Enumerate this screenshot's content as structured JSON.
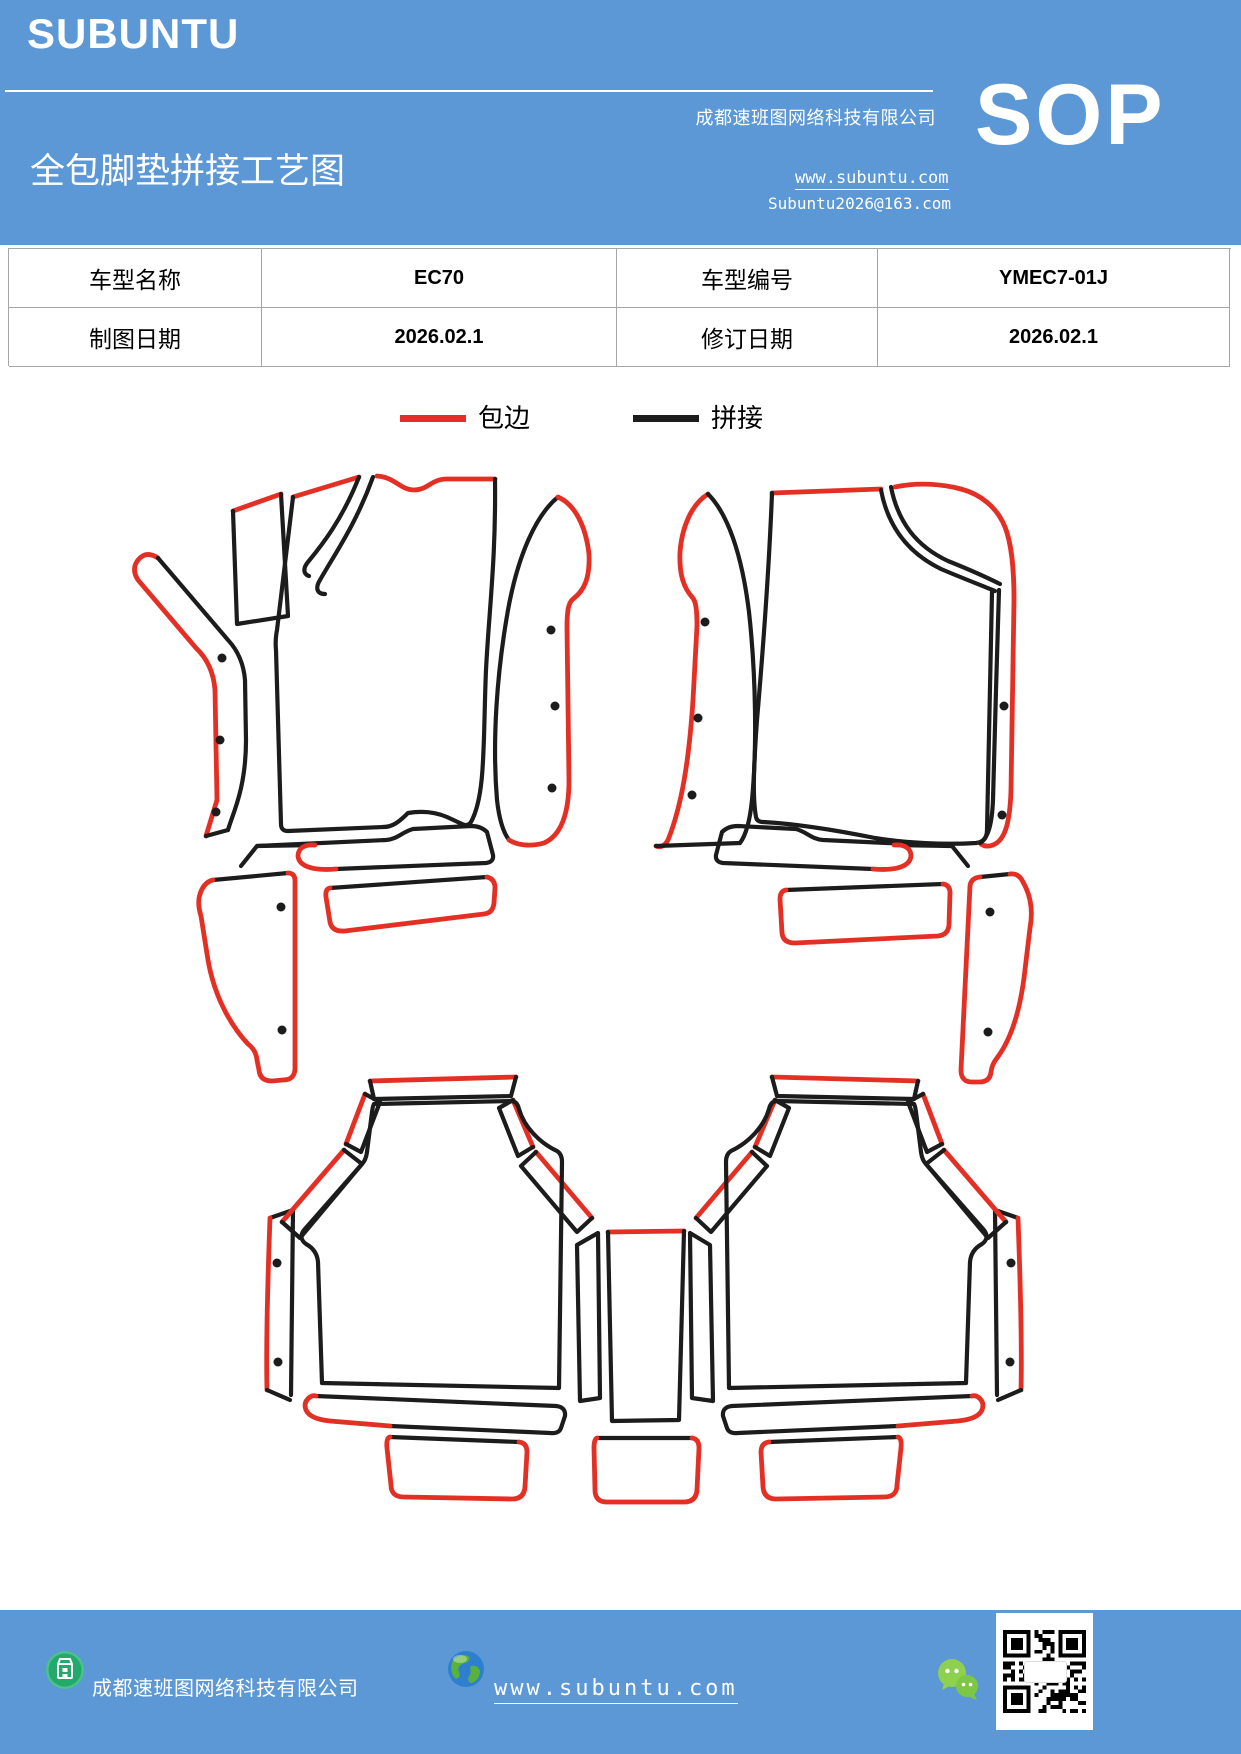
{
  "theme": {
    "blue": "#5b98d5",
    "red": "#e43024",
    "black": "#1c1c1c",
    "gray": "#a6a6a6",
    "green": "#2ab573",
    "wechat": "#8ed04f"
  },
  "header": {
    "logo": "SUBUNTU",
    "title": "全包脚垫拼接工艺图",
    "company": "成都速班图网络科技有限公司",
    "sop": "SOP",
    "website": "www.subuntu.com",
    "email": "Subuntu2026@163.com"
  },
  "info_table": {
    "rows": [
      [
        "车型名称",
        "EC70",
        "车型编号",
        "YMEC7-01J"
      ],
      [
        "制图日期",
        "2026.02.1",
        "修订日期",
        "2026.02.1"
      ]
    ]
  },
  "legend": {
    "items": [
      {
        "label": "包边",
        "meaning": "edge-binding",
        "color": "#e43024"
      },
      {
        "label": "拼接",
        "meaning": "splicing",
        "color": "#1c1c1c"
      }
    ]
  },
  "diagram": {
    "description": "cutting pattern pieces for full-surround car floor mats",
    "red_line": "包边",
    "black_line": "拼接"
  },
  "footer": {
    "company": "成都速班图网络科技有限公司",
    "website": "www.subuntu.com",
    "icons": [
      "building-icon",
      "globe-icon",
      "wechat-icon",
      "qr-code"
    ]
  }
}
